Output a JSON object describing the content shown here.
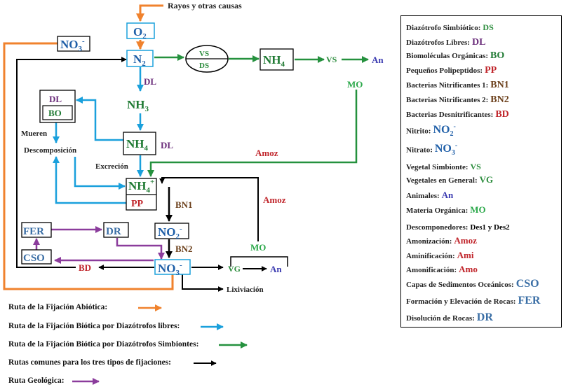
{
  "colors": {
    "orange": "#F0822D",
    "blue": "#1AA0DC",
    "green": "#25913E",
    "black": "#000000",
    "purple": "#8B3C9C",
    "DS": "#2B8C3C",
    "DL": "#6A2C7A",
    "BO": "#1F7A33",
    "PP": "#C0252B",
    "BN1": "#6B3F1A",
    "BN2": "#6B3F1A",
    "BD": "#C0252B",
    "NO2": "#1F5FA8",
    "NO3": "#1F5FA8",
    "VS": "#2B8C3C",
    "VG": "#2B8C3C",
    "An": "#3A3AB0",
    "MO": "#2BA84A",
    "Amoz": "#C0252B",
    "Ami": "#C0252B",
    "Amo": "#C0252B",
    "CSO": "#3A6EA5",
    "FER": "#3A6EA5",
    "DR": "#3A6EA5"
  },
  "diagram": {
    "top_label": "Rayos y otras causas",
    "o2": "O",
    "o2_sub": "2",
    "no3_top": "NO",
    "no3_top_sub": "3",
    "no3_top_sup": "-",
    "n2": "N",
    "n2_sub": "2",
    "vs_top": "VS",
    "ds_bottom": "DS",
    "nh4_top": "NH",
    "nh4_top_sub": "4",
    "vs_right": "VS",
    "an_right": "An",
    "mo_right": "MO",
    "dl_1": "DL",
    "nh3": "NH",
    "nh3_sub": "3",
    "dl_box_top": "DL",
    "bo_box": "BO",
    "mueren": "Mueren",
    "descomposicion": "Descomposición",
    "nh4_mid": "NH",
    "nh4_mid_sub": "4",
    "dl_2": "DL",
    "excrecion": "Excreción",
    "amoz_1": "Amoz",
    "nh4_main": "NH",
    "nh4_main_sub": "4",
    "nh4_main_sup": "+",
    "pp_box": "PP",
    "amoz_2": "Amoz",
    "bn1": "BN1",
    "fer": "FER",
    "dr": "DR",
    "no2": "NO",
    "no2_sub": "2",
    "no2_sup": "-",
    "bn2": "BN2",
    "mo_mid": "MO",
    "cso": "CSO",
    "bd": "BD",
    "no3_main": "NO",
    "no3_main_sub": "3",
    "no3_main_sup": "-",
    "vg": "VG",
    "an_bottom": "An",
    "lixiviacion": "Lixiviación"
  },
  "legend": [
    {
      "label": "Diazótrofo Simbiótico:",
      "abbr": "DS",
      "color_key": "DS",
      "size": 12
    },
    {
      "label": "Diazótrofos Libres:",
      "abbr": "DL",
      "color_key": "DL",
      "size": 14
    },
    {
      "label": "Biomoléculas Orgánicas:",
      "abbr": "BO",
      "color_key": "BO",
      "size": 14
    },
    {
      "label": "Pequeños Polipeptidos:",
      "abbr": "PP",
      "color_key": "PP",
      "size": 14
    },
    {
      "label": "Bacterias Nitrificantes  1:",
      "abbr": "BN1",
      "color_key": "BN1",
      "size": 14
    },
    {
      "label": "Bacterias Nitrificantes 2:",
      "abbr": "BN2",
      "color_key": "BN2",
      "size": 14
    },
    {
      "label": "Bacterias Desnitrificantes:",
      "abbr": "BD",
      "color_key": "BD",
      "size": 14
    },
    {
      "label": "Nitrito:",
      "abbr": "NO",
      "sub": "2",
      "sup": "-",
      "color_key": "NO2",
      "size": 16
    },
    {
      "label": "Nitrato:",
      "abbr": "NO",
      "sub": "3",
      "sup": "-",
      "color_key": "NO3",
      "size": 16
    },
    {
      "label": "Vegetal Simbionte:",
      "abbr": "VS",
      "color_key": "VS",
      "size": 12
    },
    {
      "label": "Vegetales en General:",
      "abbr": "VG",
      "color_key": "VG",
      "size": 13
    },
    {
      "label": "Animales:",
      "abbr": "An",
      "color_key": "An",
      "size": 13
    },
    {
      "label": "Materia Orgánica:",
      "abbr": "MO",
      "color_key": "MO",
      "size": 13
    },
    {
      "label": "Descomponedores:",
      "abbr": "Des1 y Des2",
      "color_key": "black",
      "size": 11
    },
    {
      "label": "Amonización:",
      "abbr": "Amoz",
      "color_key": "Amoz",
      "size": 13
    },
    {
      "label": "Aminificación:",
      "abbr": "Ami",
      "color_key": "Ami",
      "size": 13
    },
    {
      "label": "Amonificación:",
      "abbr": "Amo",
      "color_key": "Amo",
      "size": 13
    },
    {
      "label": "Capas de Sedimentos Oceánicos:",
      "abbr": "CSO",
      "color_key": "CSO",
      "size": 16
    },
    {
      "label": "Formación y Elevación de Rocas:",
      "abbr": "FER",
      "color_key": "FER",
      "size": 16
    },
    {
      "label": "Disolución de Rocas:",
      "abbr": "DR",
      "color_key": "DR",
      "size": 16
    }
  ],
  "routes": [
    {
      "label": "Ruta de la Fijación Abiótica:",
      "color_key": "orange"
    },
    {
      "label": "Ruta de la Fijación Biótica por Diazótrofos libres:",
      "color_key": "blue"
    },
    {
      "label": "Ruta de la Fijación Biótica por Diazótrofos Simbiontes:",
      "color_key": "green"
    },
    {
      "label": "Rutas comunes para los tres tipos de fijaciones:",
      "color_key": "black"
    },
    {
      "label": "Ruta Geológica:",
      "color_key": "purple"
    }
  ]
}
